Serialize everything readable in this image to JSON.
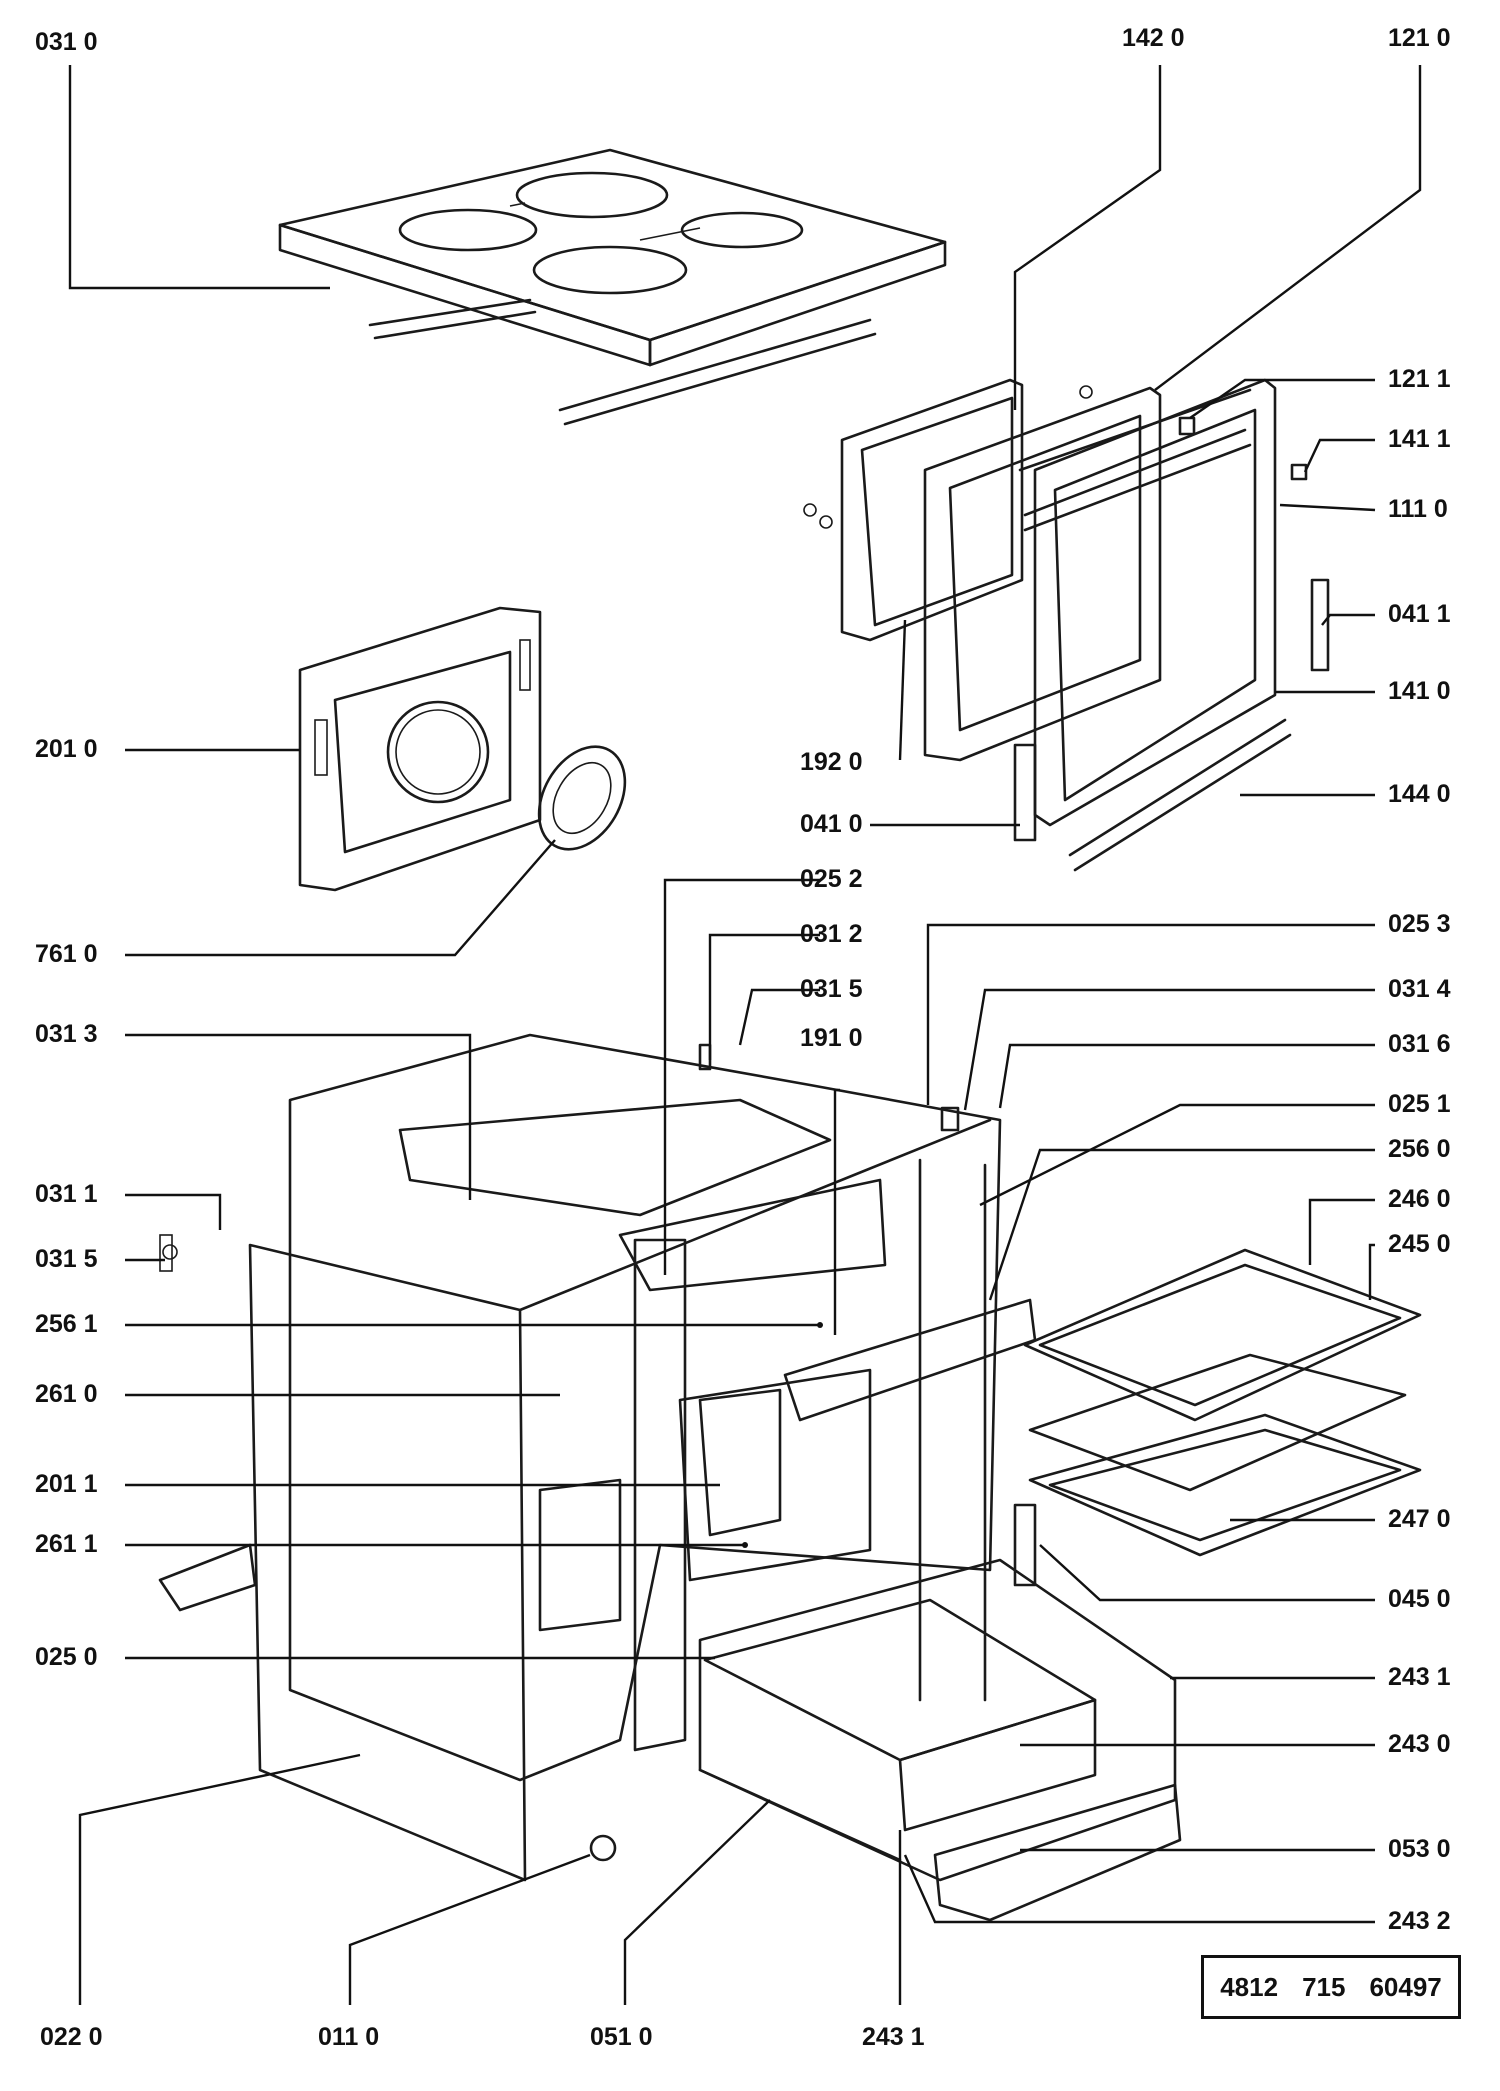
{
  "diagram": {
    "doc_code_parts": [
      "4812",
      "715",
      "60497"
    ],
    "labels": [
      {
        "id": "l0310",
        "text": "031 0"
      },
      {
        "id": "l1420",
        "text": "142 0"
      },
      {
        "id": "l1210",
        "text": "121 0"
      },
      {
        "id": "l1211",
        "text": "121 1"
      },
      {
        "id": "l1411",
        "text": "141 1"
      },
      {
        "id": "l1110",
        "text": "111 0"
      },
      {
        "id": "l0411",
        "text": "041 1"
      },
      {
        "id": "l1410",
        "text": "141 0"
      },
      {
        "id": "l1440",
        "text": "144 0"
      },
      {
        "id": "l1920",
        "text": "192 0"
      },
      {
        "id": "l0410",
        "text": "041 0"
      },
      {
        "id": "l2010",
        "text": "201 0"
      },
      {
        "id": "l7610",
        "text": "761 0"
      },
      {
        "id": "l0252",
        "text": "025 2"
      },
      {
        "id": "l0312",
        "text": "031 2"
      },
      {
        "id": "l0315a",
        "text": "031 5"
      },
      {
        "id": "l1910",
        "text": "191 0"
      },
      {
        "id": "l0253",
        "text": "025 3"
      },
      {
        "id": "l0314",
        "text": "031 4"
      },
      {
        "id": "l0316",
        "text": "031 6"
      },
      {
        "id": "l0313",
        "text": "031 3"
      },
      {
        "id": "l0251",
        "text": "025 1"
      },
      {
        "id": "l2560",
        "text": "256 0"
      },
      {
        "id": "l0311",
        "text": "031 1"
      },
      {
        "id": "l2460",
        "text": "246 0"
      },
      {
        "id": "l0315b",
        "text": "031 5"
      },
      {
        "id": "l2450",
        "text": "245 0"
      },
      {
        "id": "l2561",
        "text": "256 1"
      },
      {
        "id": "l2610",
        "text": "261 0"
      },
      {
        "id": "l2011",
        "text": "201 1"
      },
      {
        "id": "l2611",
        "text": "261 1"
      },
      {
        "id": "l2470",
        "text": "247 0"
      },
      {
        "id": "l0450",
        "text": "045 0"
      },
      {
        "id": "l0250",
        "text": "025 0"
      },
      {
        "id": "l2431a",
        "text": "243 1"
      },
      {
        "id": "l2430",
        "text": "243 0"
      },
      {
        "id": "l0530",
        "text": "053 0"
      },
      {
        "id": "l2432",
        "text": "243 2"
      },
      {
        "id": "l0220",
        "text": "022 0"
      },
      {
        "id": "l0110",
        "text": "011 0"
      },
      {
        "id": "l0510",
        "text": "051 0"
      },
      {
        "id": "l2431b",
        "text": "243 1"
      }
    ]
  }
}
